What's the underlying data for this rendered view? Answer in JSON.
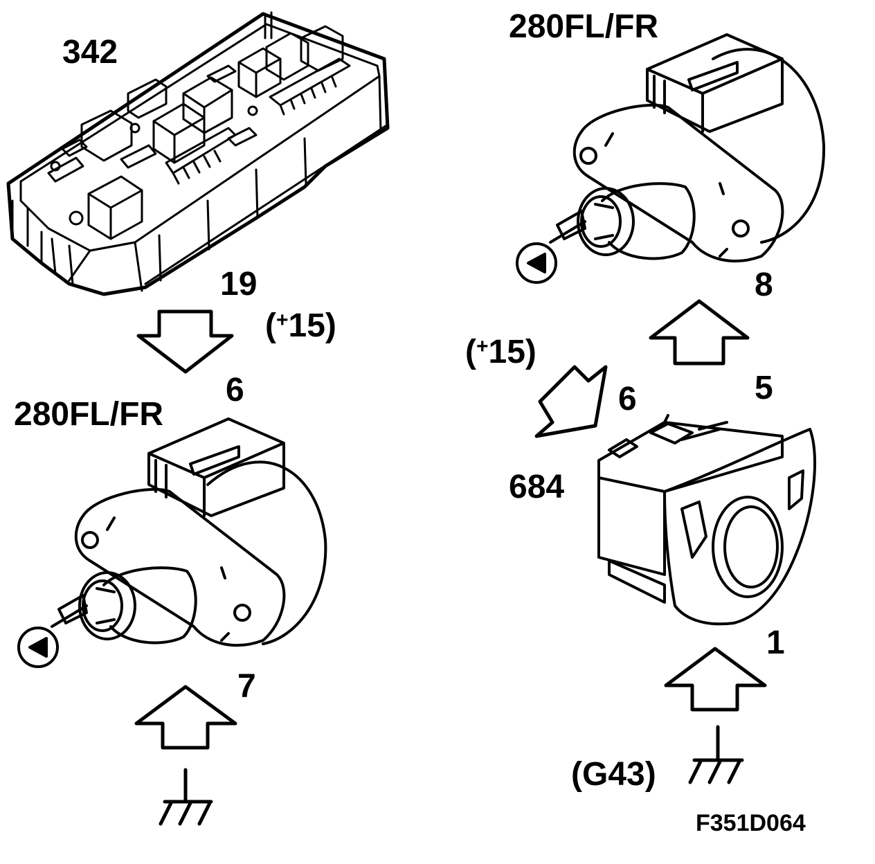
{
  "labels": {
    "fusebox_id": "342",
    "pin_19": "19",
    "supply_left": "15",
    "supply_right": "15",
    "pin_6_left": "6",
    "motor_left": "280FL/FR",
    "pin_7": "7",
    "motor_right": "280FL/FR",
    "pin_8": "8",
    "pin_6_right": "6",
    "pin_5": "5",
    "switch_id": "684",
    "pin_1": "1",
    "ground_point": "(G43)",
    "figure_code": "F351D064"
  },
  "colors": {
    "ink": "#000000",
    "paper": "#ffffff"
  },
  "icons": [
    "fuse-relay-box",
    "headlamp-levelling-motor",
    "levelling-switch",
    "arrow",
    "ground-symbol"
  ]
}
